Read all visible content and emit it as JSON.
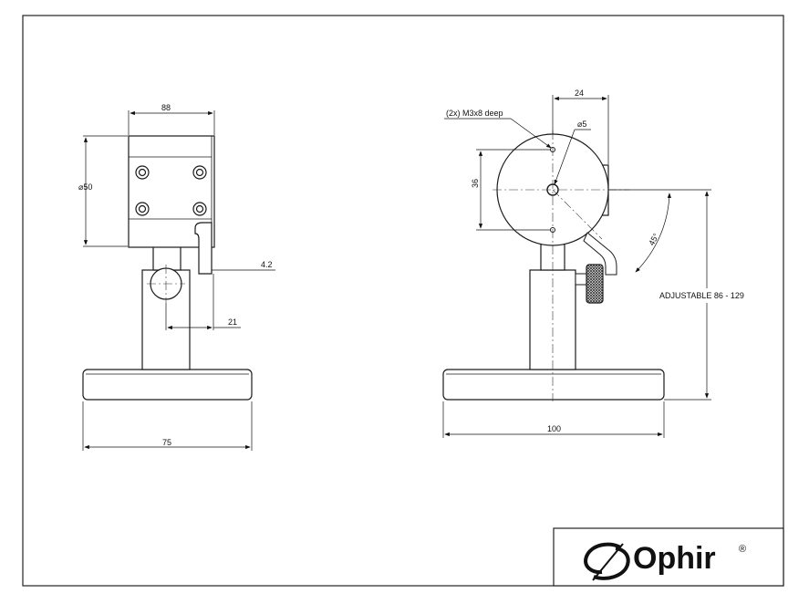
{
  "left_view": {
    "dim_width": "88",
    "dim_diameter": "⌀50",
    "dim_offset": "4.2",
    "dim_post": "21",
    "dim_base": "75"
  },
  "right_view": {
    "dim_top": "24",
    "dim_holes": "(2x) M3x8 deep",
    "dim_hole_diameter": "⌀5",
    "dim_spacing": "36",
    "dim_angle": "45°",
    "dim_adjust": "ADJUSTABLE 86 - 129",
    "dim_base": "100"
  },
  "brand": {
    "name": "Ophir",
    "registered": "®"
  },
  "colors": {
    "line": "#1a1a1a",
    "body_fill": "#ffffff",
    "knurl": "#444444"
  }
}
